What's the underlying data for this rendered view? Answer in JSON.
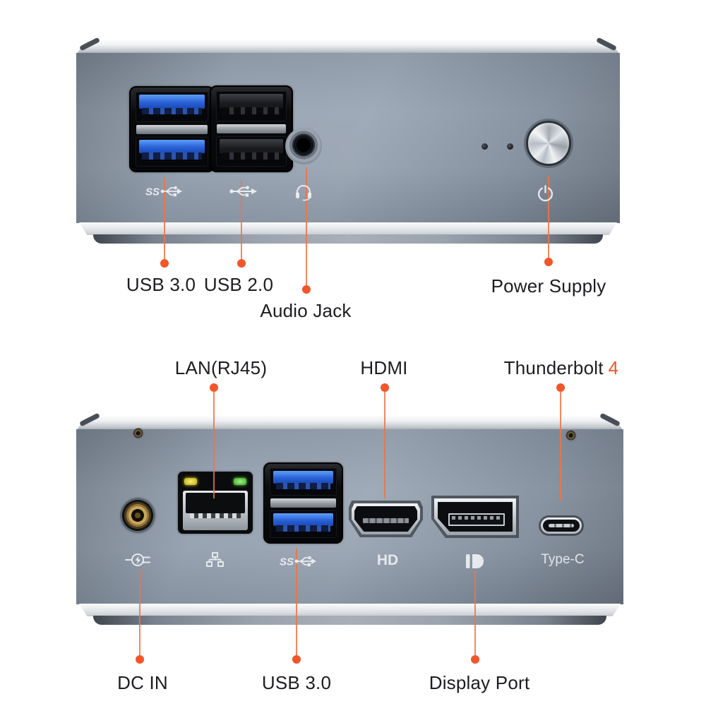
{
  "colors": {
    "background": "#ffffff",
    "accent_orange": "#f1562a",
    "callout_line_orange": "#ee7345",
    "label_text": "#1c1d20",
    "device_body_gray_blue": "#909caa",
    "usb3_blue": "#2a62d8",
    "lan_led_yellow": "#d8ca2d",
    "lan_led_green": "#5ac53f"
  },
  "front_view": {
    "name": "Mini PC front panel",
    "icons": [
      {
        "name": "superspeed-usb-icon",
        "text": "SS"
      },
      {
        "name": "usb-icon"
      },
      {
        "name": "headset-icon"
      },
      {
        "name": "power-icon"
      }
    ],
    "callouts": [
      {
        "label": "USB 3.0"
      },
      {
        "label": "USB 2.0"
      },
      {
        "label": "Audio Jack"
      },
      {
        "label": "Power Supply"
      }
    ]
  },
  "rear_view": {
    "name": "Mini PC rear panel",
    "icons": [
      {
        "name": "dc-power-icon"
      },
      {
        "name": "ethernet-icon"
      },
      {
        "name": "superspeed-usb-icon",
        "text": "SS"
      },
      {
        "name": "hdmi-mark",
        "text": "HD"
      },
      {
        "name": "displayport-icon"
      },
      {
        "name": "usbc-mark",
        "text": "Type-C"
      }
    ],
    "callouts_top": [
      {
        "label": "LAN(RJ45)"
      },
      {
        "label": "HDMI"
      },
      {
        "label": "Thunderbolt",
        "highlight": "4"
      }
    ],
    "callouts_bottom": [
      {
        "label": "DC IN"
      },
      {
        "label": "USB 3.0"
      },
      {
        "label": "Display Port"
      }
    ]
  }
}
